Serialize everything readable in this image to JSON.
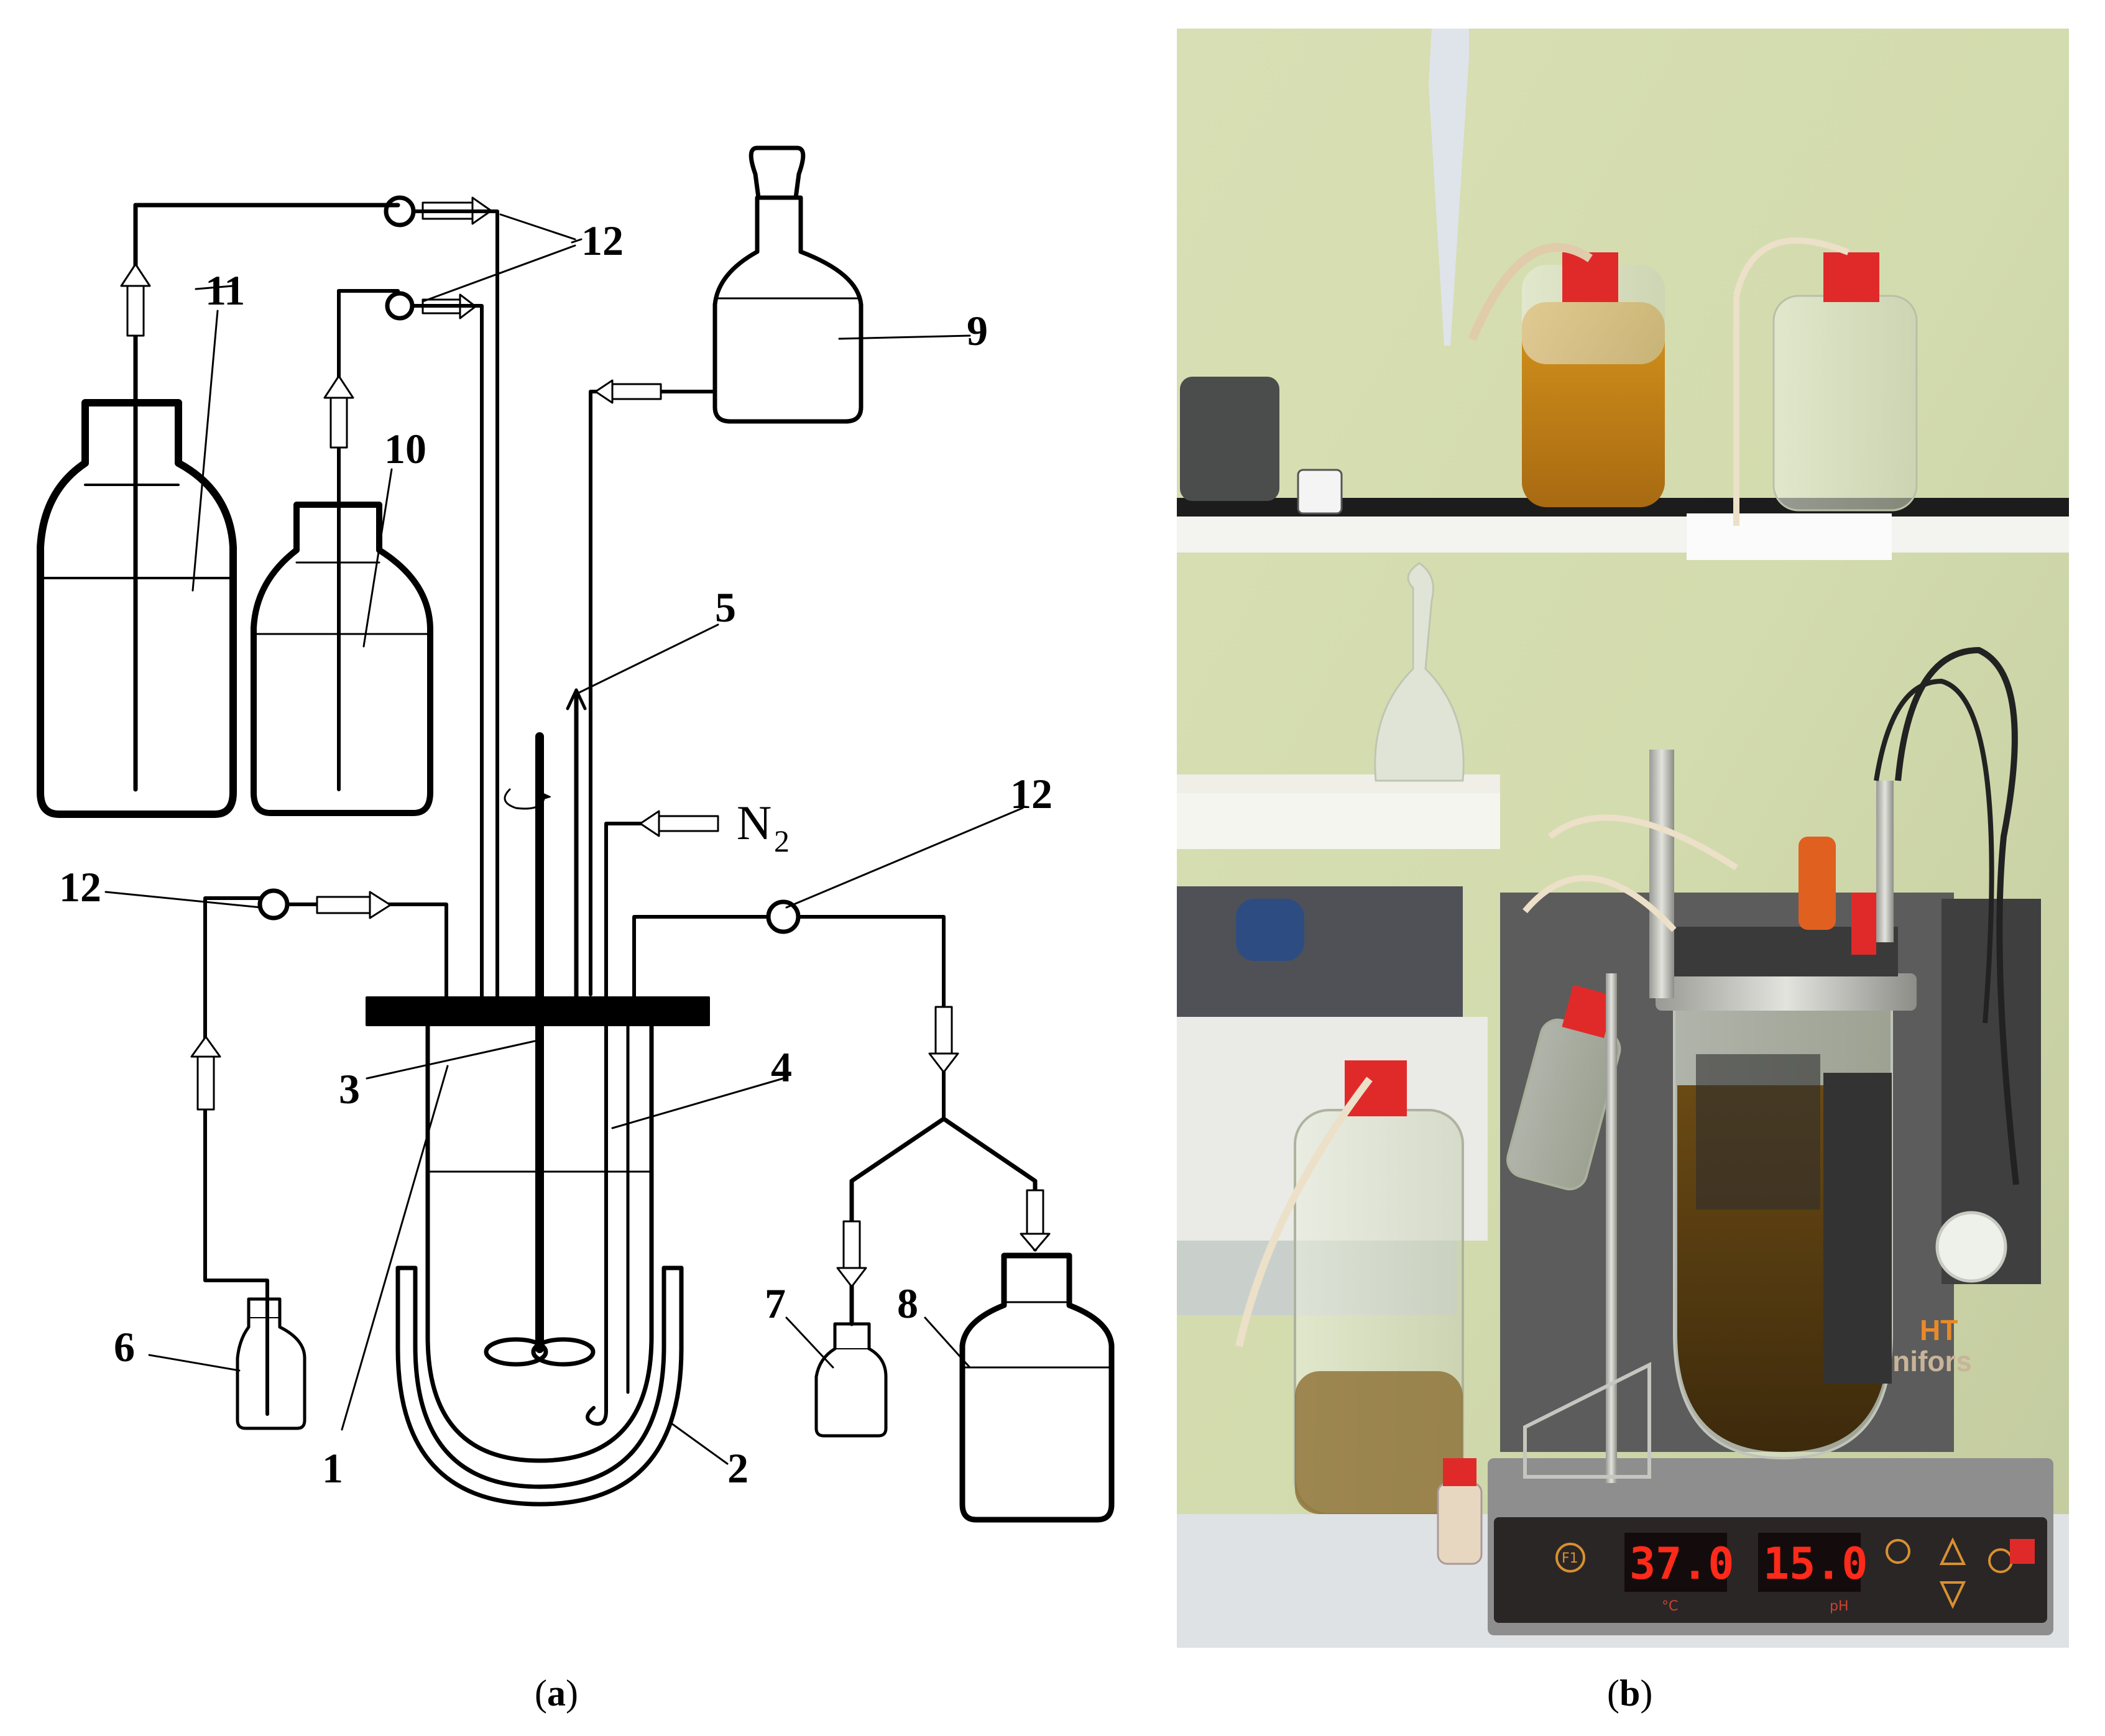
{
  "scheme": {
    "labels": {
      "l1": "1",
      "l2": "2",
      "l3": "3",
      "l4": "4",
      "l5": "5",
      "l6": "6",
      "l7": "7",
      "l8": "8",
      "l9": "9",
      "l10": "10",
      "l11": "11",
      "l12": "12",
      "n2": "N",
      "n2_sub": "2"
    }
  },
  "photo": {
    "display": {
      "temperature": "37.0",
      "ph": "15.0",
      "unit_temp": "°C",
      "unit_ph": "pH",
      "f1": "F1",
      "brand": "Minifors",
      "brand_ht": "HT"
    }
  },
  "captions": {
    "a_open": "(",
    "a_letter": "a",
    "a_close": ")",
    "b_open": "(",
    "b_letter": "b",
    "b_close": ")"
  }
}
